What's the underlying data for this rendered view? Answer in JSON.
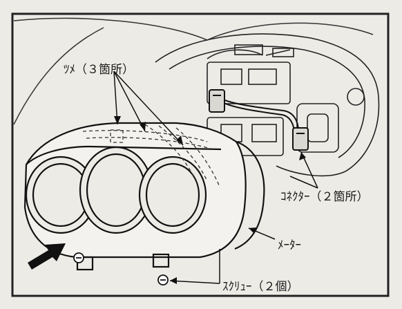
{
  "labels": {
    "tabs": "ﾂﾒ（３箇所）",
    "connector": "ｺﾈｸﾀｰ（２箇所）",
    "meter": "ﾒｰﾀｰ",
    "screw": "ｽｸﾘｭｰ（２個）"
  },
  "colors": {
    "background": "#ecebe6",
    "ink": "#1a1a1a",
    "frame": "#222222"
  }
}
